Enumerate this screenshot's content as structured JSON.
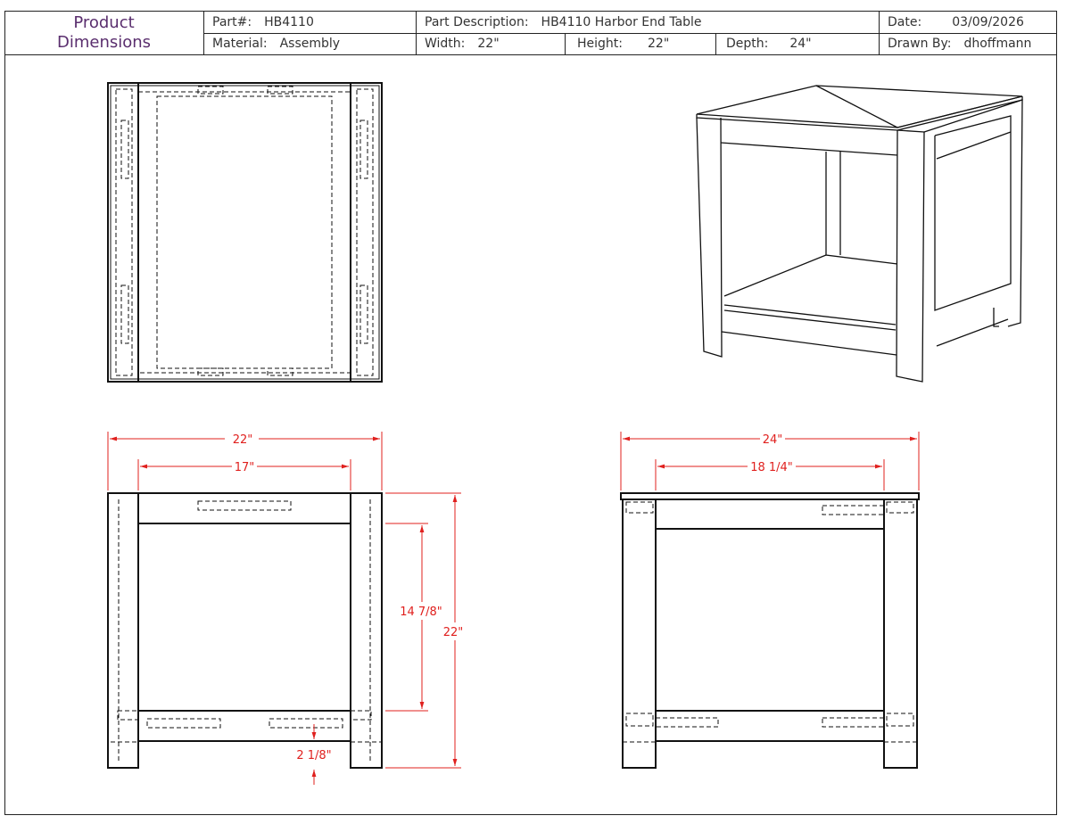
{
  "title_block": {
    "title_line1": "Product",
    "title_line2": "Dimensions",
    "part_label": "Part#:",
    "part_value": "HB4110",
    "description_label": "Part Description:",
    "description_value": "HB4110 Harbor End Table",
    "date_label": "Date:",
    "date_value": "03/09/2026",
    "material_label": "Material:",
    "material_value": "Assembly",
    "width_label": "Width:",
    "width_value": "22\"",
    "height_label": "Height:",
    "height_value": "22\"",
    "depth_label": "Depth:",
    "depth_value": "24\"",
    "drawn_by_label": "Drawn By:",
    "drawn_by_value": "dhoffmann"
  },
  "dimensions": {
    "front_overall_width": "22\"",
    "front_inner_width": "17\"",
    "front_overall_height": "22\"",
    "front_opening_height": "14 7/8\"",
    "front_clearance": "2 1/8\"",
    "side_overall_depth": "24\"",
    "side_inner_depth": "18 1/4\""
  },
  "colors": {
    "dimension": "#e0201e",
    "title": "#5a2e6e",
    "line": "#111111"
  }
}
